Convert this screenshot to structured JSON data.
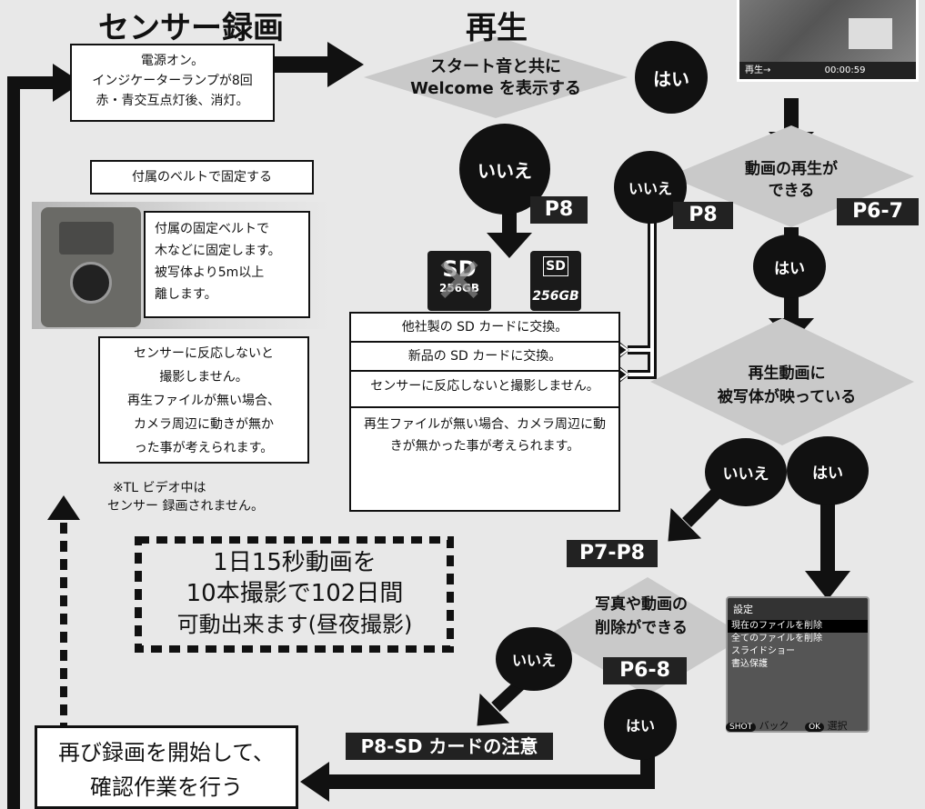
{
  "title": "センサー録画",
  "title2": "再生",
  "power_box": [
    "電源オン。",
    "インジケーターランプが8回",
    "赤・青交互点灯後、消灯。"
  ],
  "belt_label": "付属のベルトで固定する",
  "belt_desc": [
    "付属の固定ベルトで",
    "木などに固定します。",
    "被写体より5m以上",
    "離します。"
  ],
  "sensor_note": [
    "センサーに反応しないと",
    "撮影しません。",
    "再生ファイルが無い場合、",
    "カメラ周辺に動きが無か",
    "った事が考えられます。"
  ],
  "tl_note": [
    "※TL ビデオ中は",
    "センサー 録画されません。"
  ],
  "big_note": [
    "1日15秒動画を",
    "10本撮影で102日間",
    "可動出来ます(昼夜撮影)"
  ],
  "restart_box": [
    "再び録画を開始して、",
    "確認作業を行う"
  ],
  "diamond1": [
    "スタート音と共に",
    "Welcome を表示する"
  ],
  "diamond2": [
    "動画の再生が",
    "できる"
  ],
  "diamond3": [
    "再生動画に",
    "被写体が映っている"
  ],
  "diamond4": [
    "写真や動画の",
    "削除ができる"
  ],
  "yes": "はい",
  "no": "いいえ",
  "tags": {
    "p8a": "P8",
    "p8b": "P8",
    "p67": "P6-7",
    "p78": "P7-P8",
    "p68": "P6-8",
    "p8sd": "P8-SD カードの注意"
  },
  "remedy": [
    "他社製の SD カードに交換。",
    "新品の SD カードに交換。",
    "センサーに反応しないと撮影しません。",
    "再生ファイルが無い場合、カメラ周辺に動きが無かった事が考えられます。"
  ],
  "sd1": {
    "top": "SD",
    "bottom": "256GB"
  },
  "sd2": {
    "top": "SD",
    "bottom": "256GB"
  },
  "screen": {
    "play_label": "再生→",
    "time": "00:00:59"
  },
  "menu": {
    "title": "設定",
    "items": [
      "現在のファイルを削除",
      "全てのファイルを削除",
      "スライドショー",
      "書込保護"
    ],
    "footer_shot": "SHOT",
    "footer_back": "バック",
    "footer_ok": "OK",
    "footer_select": "選択"
  }
}
